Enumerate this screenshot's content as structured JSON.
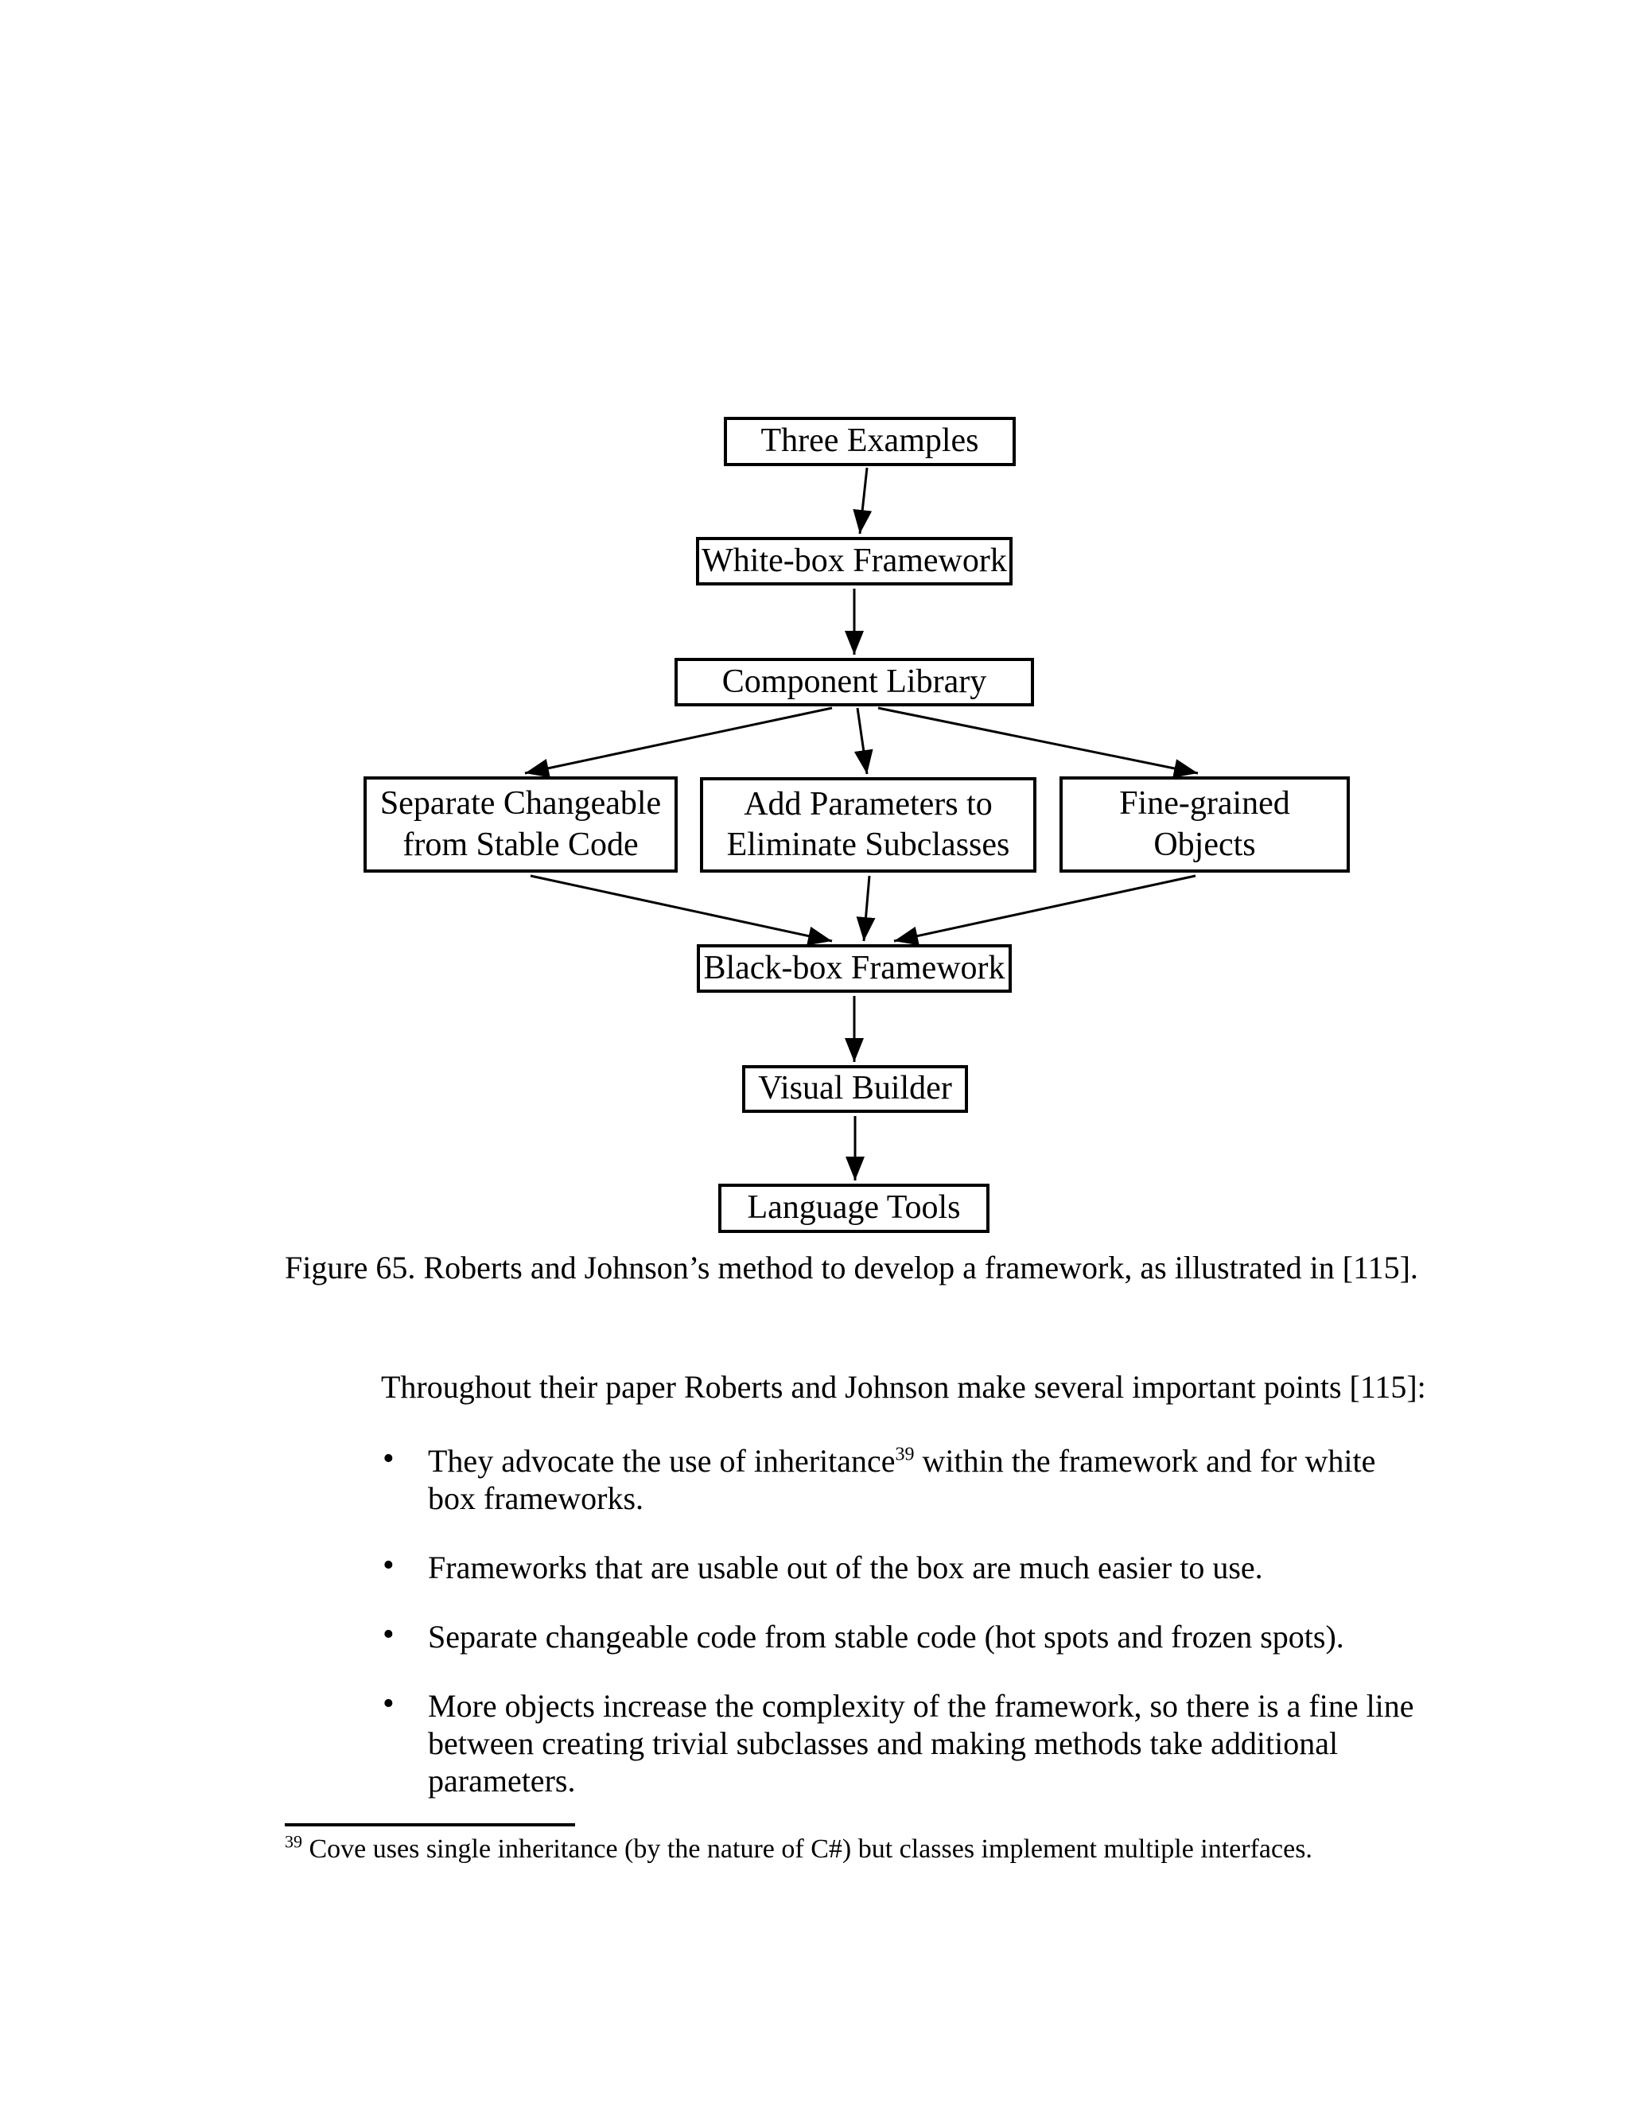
{
  "diagram": {
    "nodes": [
      {
        "id": "three-examples",
        "label": "Three Examples"
      },
      {
        "id": "white-box-framework",
        "label": "White-box Framework"
      },
      {
        "id": "component-library",
        "label": "Component Library"
      },
      {
        "id": "separate-changeable",
        "label": "Separate Changeable from Stable Code"
      },
      {
        "id": "add-parameters",
        "label": "Add Parameters to Eliminate Subclasses"
      },
      {
        "id": "fine-grained-objects",
        "label": "Fine-grained Objects"
      },
      {
        "id": "black-box-framework",
        "label": "Black-box Framework"
      },
      {
        "id": "visual-builder",
        "label": "Visual Builder"
      },
      {
        "id": "language-tools",
        "label": "Language Tools"
      }
    ],
    "line_color": "#000000"
  },
  "figure": {
    "caption": "Figure 65. Roberts and Johnson’s method to develop a framework, as illustrated in [115]."
  },
  "body": {
    "intro": "Throughout their paper Roberts and Johnson make several important points [115]:",
    "bullets": [
      {
        "lines": [
          {
            "pre": "They advocate the use of inheritance",
            "sup": "39",
            "post": " within the framework and for white"
          },
          {
            "pre": "box frameworks.",
            "sup": "",
            "post": ""
          }
        ]
      },
      {
        "lines": [
          {
            "pre": "Frameworks that are usable out of the box are much easier to use.",
            "sup": "",
            "post": ""
          }
        ]
      },
      {
        "lines": [
          {
            "pre": "Separate changeable code from stable code (hot spots and frozen spots).",
            "sup": "",
            "post": ""
          }
        ]
      },
      {
        "lines": [
          {
            "pre": "More objects increase the complexity of the framework, so there is a fine line",
            "sup": "",
            "post": ""
          },
          {
            "pre": "between creating trivial subclasses and making methods take additional",
            "sup": "",
            "post": ""
          },
          {
            "pre": "parameters.",
            "sup": "",
            "post": ""
          }
        ]
      }
    ]
  },
  "list": {
    "marker": "•"
  },
  "footnote": {
    "marker": "39",
    "text": " Cove uses single inheritance (by the nature of C#) but classes implement multiple interfaces."
  }
}
